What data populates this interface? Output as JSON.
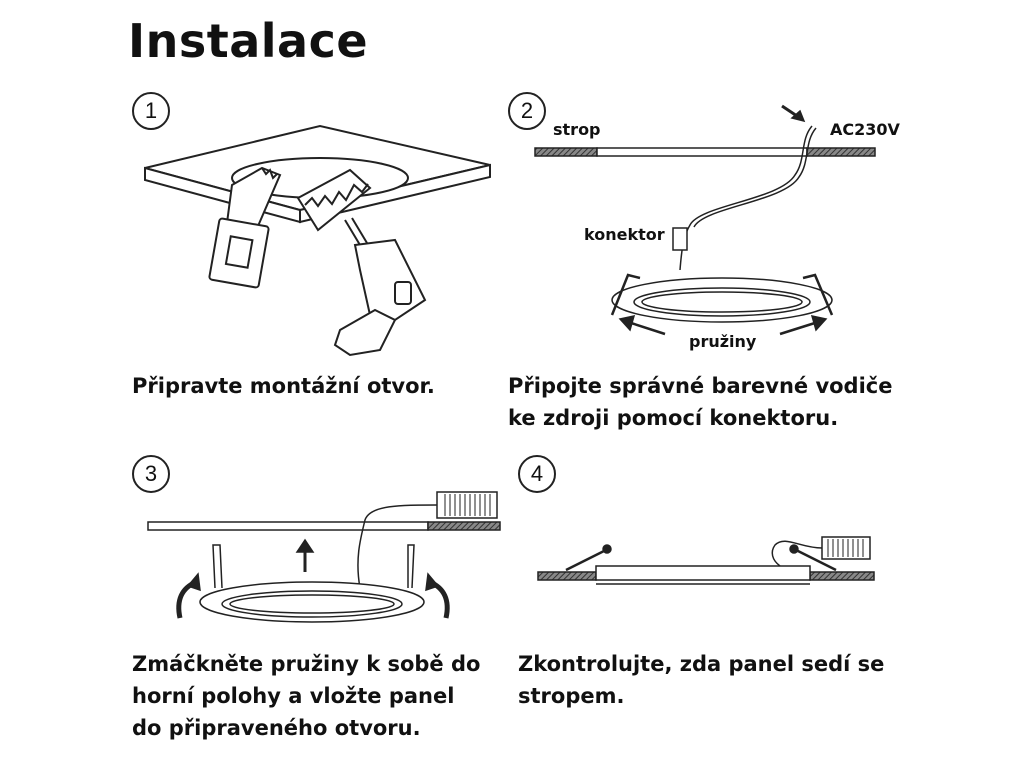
{
  "title": "Instalace",
  "steps": [
    {
      "num": "1",
      "caption_lines": [
        "Připravte montážní otvor."
      ]
    },
    {
      "num": "2",
      "caption_lines": [
        "Připojte správné barevné vodiče",
        "ke zdroji pomocí konektoru."
      ],
      "labels": {
        "ceiling": "strop",
        "power": "AC230V",
        "connector": "konektor",
        "springs": "pružiny"
      }
    },
    {
      "num": "3",
      "caption_lines": [
        "Zmáčkněte pružiny k sobě do",
        "horní polohy a vložte panel",
        "do připraveného otvoru."
      ]
    },
    {
      "num": "4",
      "caption_lines": [
        "Zkontrolujte, zda panel sedí se",
        "stropem."
      ]
    }
  ]
}
